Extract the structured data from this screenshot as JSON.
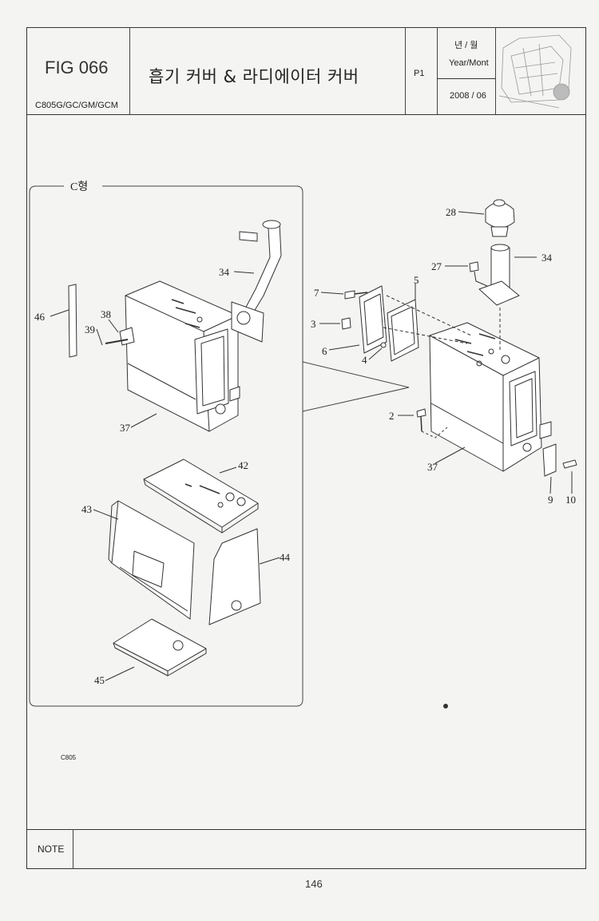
{
  "header": {
    "fig_label": "FIG 066",
    "models": "C805G/GC/GM/GCM",
    "title": "흡기 커버 & 라디에이터 커버",
    "page_code": "P1",
    "date_label_kr": "년 / 월",
    "date_label_en": "Year/Mont",
    "date_value": "2008 / 06"
  },
  "diagram": {
    "inset_label": "C형",
    "model_note": "C805",
    "callouts": [
      "46",
      "38",
      "39",
      "34",
      "37",
      "42",
      "43",
      "44",
      "45",
      "28",
      "27",
      "34",
      "7",
      "5",
      "3",
      "6",
      "4",
      "2",
      "37",
      "9",
      "10"
    ]
  },
  "footer": {
    "note_label": "NOTE",
    "note_text": "",
    "page_number": "146"
  }
}
